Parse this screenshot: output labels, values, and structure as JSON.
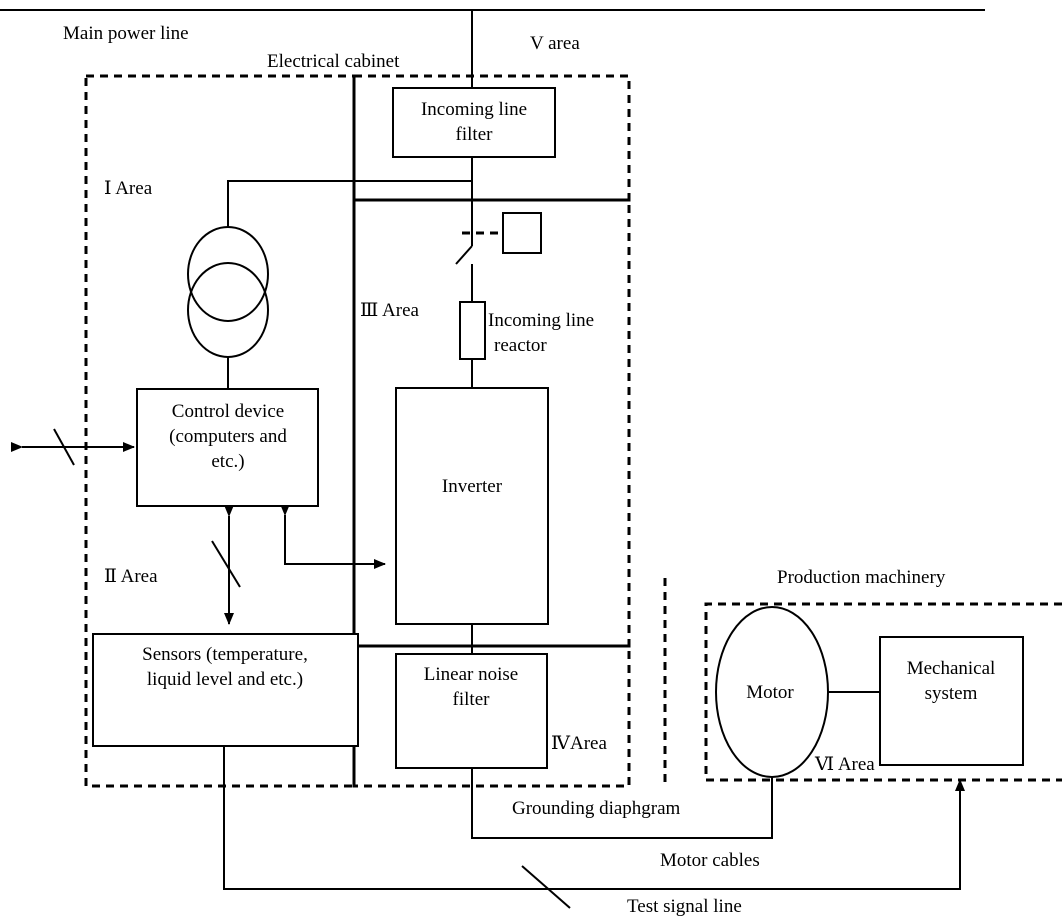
{
  "labels": {
    "main_power_line": "Main power line",
    "electrical_cabinet": "Electrical cabinet",
    "v_area": "V area",
    "area_1": "Ⅰ Area",
    "area_2": "Ⅱ Area",
    "area_3": "Ⅲ Area",
    "area_4": "ⅣArea",
    "area_6": "Ⅵ Area",
    "production_machinery": "Production machinery",
    "grounding_diaphragm": "Grounding diaphgram",
    "motor_cables": "Motor cables",
    "test_signal_line": "Test signal line"
  },
  "blocks": {
    "incoming_filter": [
      "Incoming line",
      "filter"
    ],
    "incoming_reactor": [
      "Incoming line",
      "reactor"
    ],
    "control_device": [
      "Control device",
      "(computers and",
      "etc.)"
    ],
    "inverter": "Inverter",
    "sensors": [
      "Sensors (temperature,",
      "liquid level and etc.)"
    ],
    "noise_filter": [
      "Linear noise",
      "filter"
    ],
    "motor": "Motor",
    "mechanical": [
      "Mechanical",
      "system"
    ]
  }
}
